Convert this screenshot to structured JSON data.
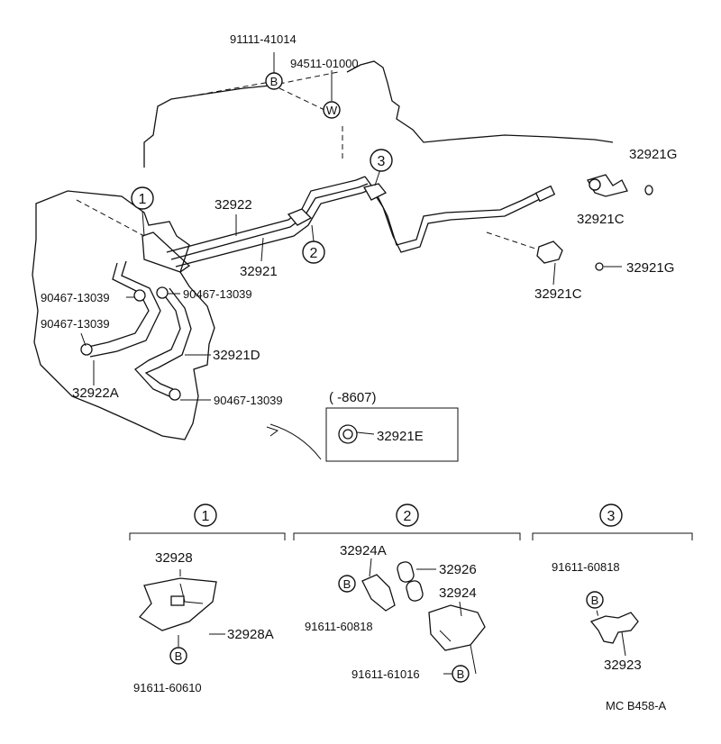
{
  "labels": {
    "p91111_41014": "91111-41014",
    "p94511_01000": "94511-01000",
    "p32922": "32922",
    "p32921": "32921",
    "p32921G_a": "32921G",
    "p32921G_b": "32921G",
    "p32921C_a": "32921C",
    "p32921C_b": "32921C",
    "p90467_a": "90467-13039",
    "p90467_b": "90467-13039",
    "p90467_c": "90467-13039",
    "p90467_d": "90467-13039",
    "p32921D": "32921D",
    "p32922A": "32922A",
    "p32921E": "32921E",
    "p8607": "(      -8607)",
    "p32928": "32928",
    "p32928A": "32928A",
    "p91611_60610": "91611-60610",
    "p32924A": "32924A",
    "p32926": "32926",
    "p32924": "32924",
    "p91611_60818_a": "91611-60818",
    "p91611_61016": "91611-61016",
    "p91611_60818_b": "91611-60818",
    "p32923": "32923",
    "code": "MC  B458-A"
  },
  "callouts": {
    "c1": "1",
    "c2": "2",
    "c3": "3",
    "s1": "1",
    "s2": "2",
    "s3": "3"
  },
  "symbols": {
    "b": "B",
    "w": "W"
  }
}
